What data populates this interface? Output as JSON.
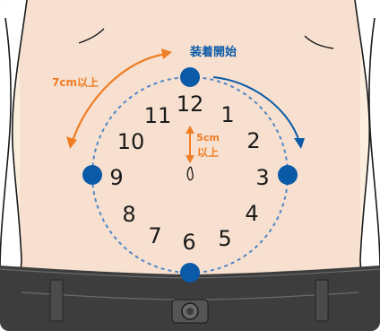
{
  "labels": {
    "start_label": "装着開始",
    "distance_label": "7cm以上",
    "center_label_line1": "5cm",
    "center_label_line2": "以上"
  },
  "clock_numbers": [
    "12",
    "1",
    "2",
    "3",
    "4",
    "5",
    "6",
    "7",
    "8",
    "9",
    "10",
    "11"
  ],
  "colors": {
    "skin": "#f7e0cf",
    "skin_shade": "#efcdb8",
    "background": "#fbeede",
    "dot_blue": "#0a5aa8",
    "arrow_orange": "#ef7d25",
    "circle_dashed": "#4f86c6",
    "belt": "#3d3d3d",
    "outline": "#1a1a1a"
  },
  "icons": {
    "navel": "navel-icon",
    "buckle": "belt-buckle-icon",
    "marker": "blue-dot-marker"
  }
}
